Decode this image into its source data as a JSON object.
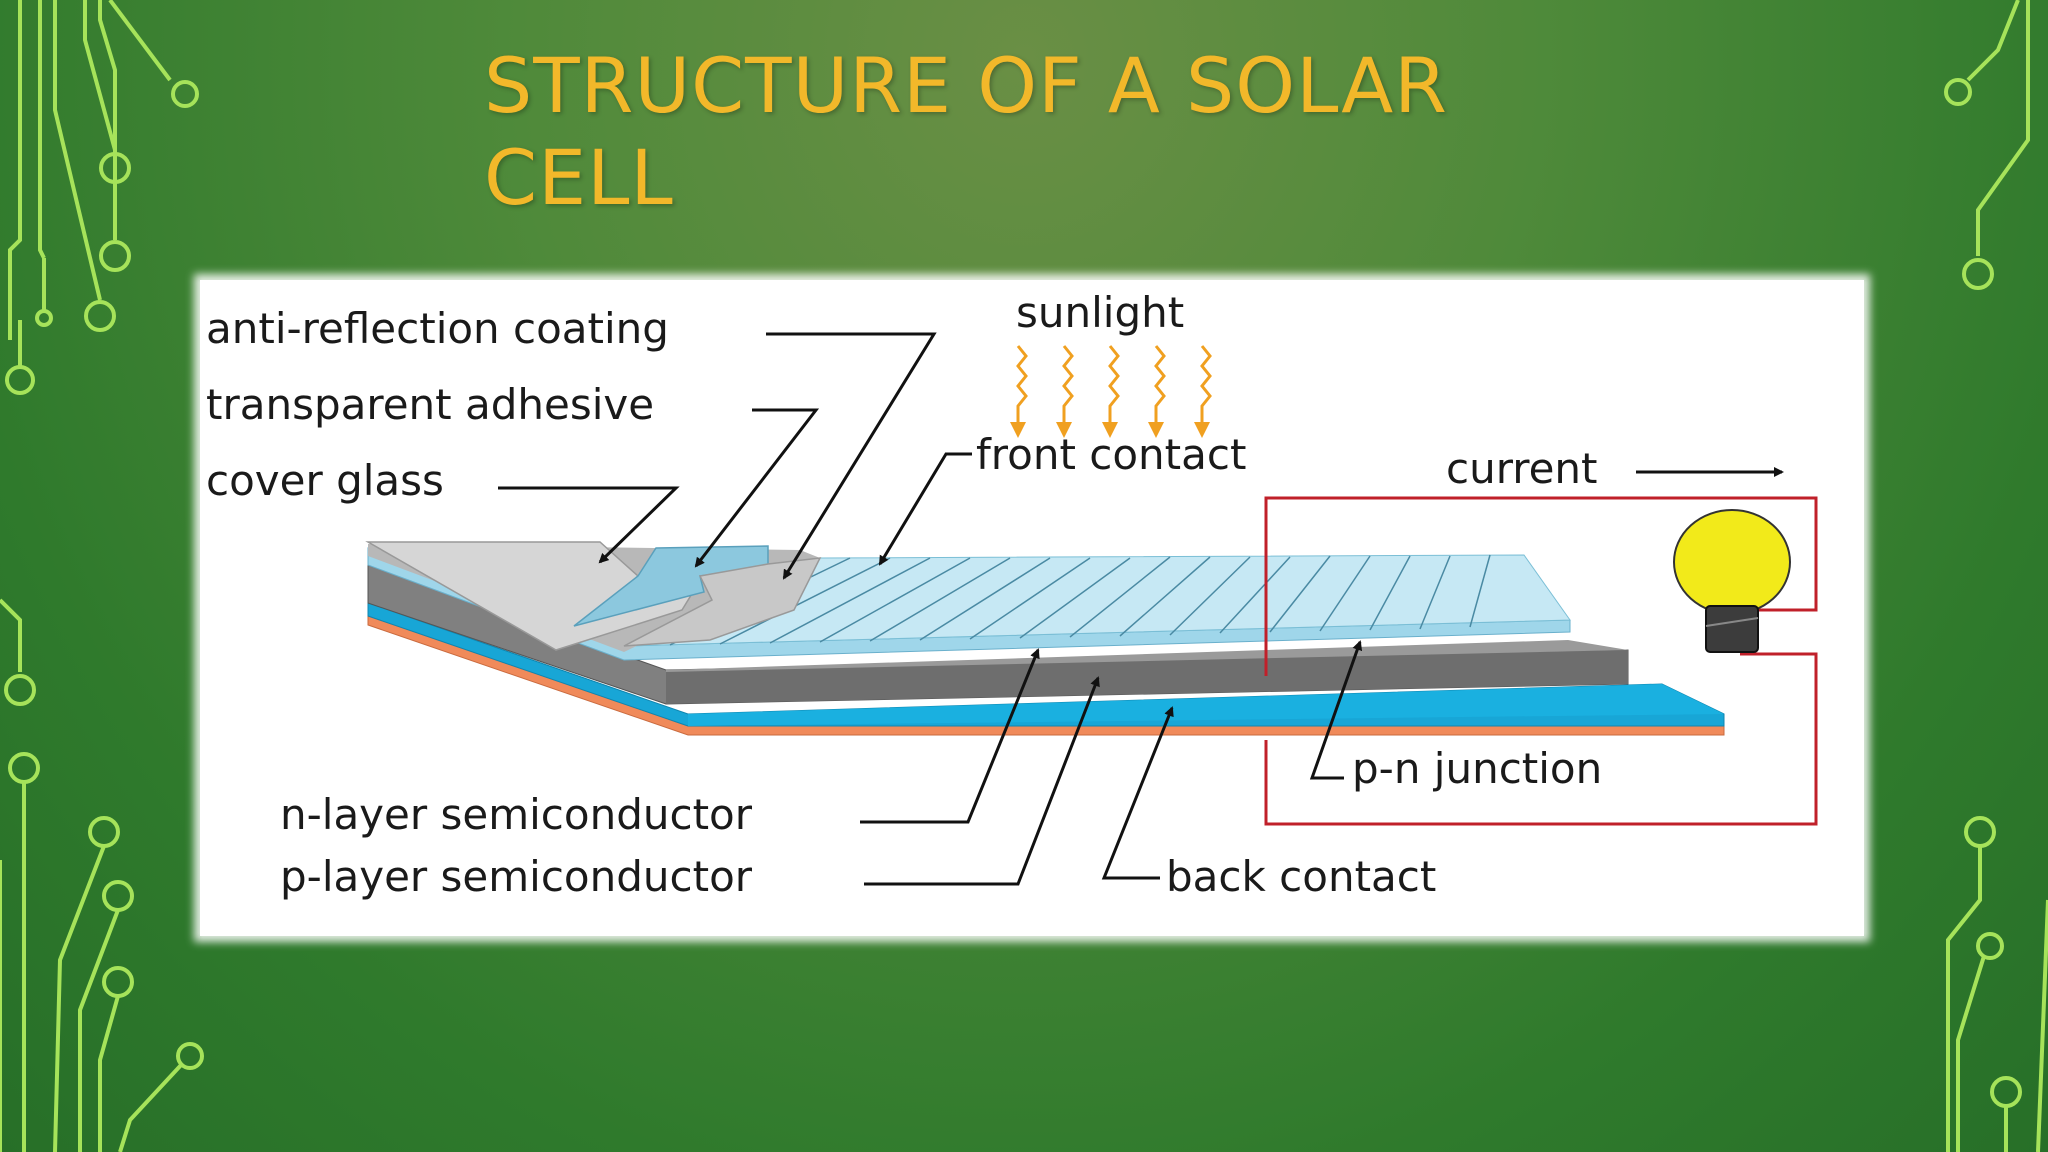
{
  "slide": {
    "title": "STRUCTURE OF A SOLAR CELL"
  },
  "diagram": {
    "labels": {
      "anti_reflection": "anti-reflection coating",
      "transparent_adhesive": "transparent adhesive",
      "cover_glass": "cover glass",
      "sunlight": "sunlight",
      "front_contact": "front contact",
      "current": "current",
      "pn_junction": "p-n junction",
      "n_layer": "n-layer semiconductor",
      "p_layer": "p-layer semiconductor",
      "back_contact": "back contact"
    },
    "colors": {
      "title": "#f2b82a",
      "circuit_lines": "#a6e35a",
      "sunlight_arrows": "#f0a020",
      "wire": "#c0202a",
      "bulb": "#f2ea1a",
      "cell_top": "#c6e8f4",
      "cell_gray": "#7a7a7a",
      "cell_blue": "#18a6d6",
      "cell_copper": "#f08a5a"
    }
  }
}
